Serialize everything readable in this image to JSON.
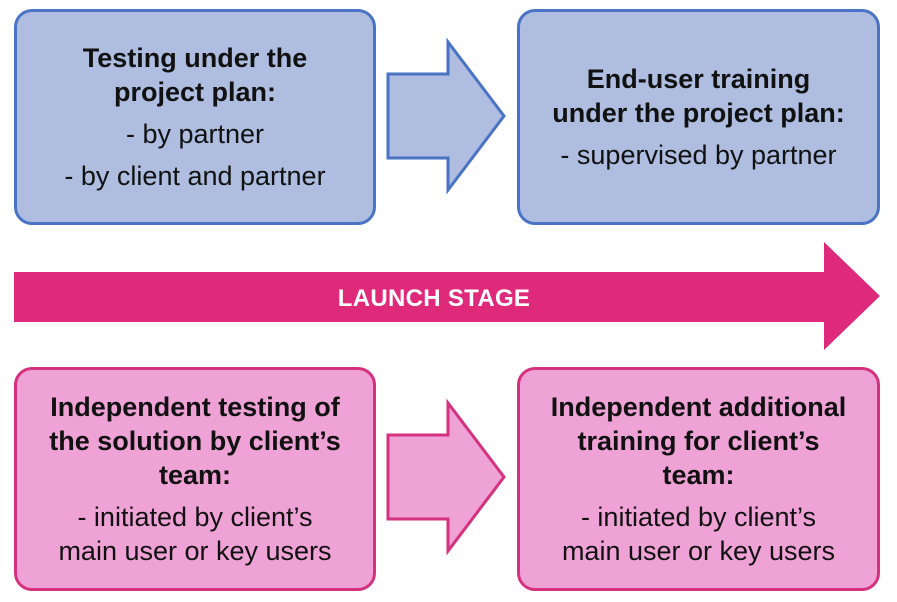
{
  "top_left": {
    "title_lines": [
      "Testing under the",
      "project plan:"
    ],
    "items": [
      "- by partner",
      "- by client and partner"
    ]
  },
  "top_right": {
    "title_lines": [
      "End-user training",
      "under the project plan:"
    ],
    "items": [
      "- supervised by partner"
    ]
  },
  "banner": {
    "label": "LAUNCH STAGE"
  },
  "bottom_left": {
    "title_lines": [
      "Independent testing of",
      "the solution by client’s",
      "team:"
    ],
    "items": [
      "- initiated by client’s",
      "main user or key users"
    ]
  },
  "bottom_right": {
    "title_lines": [
      "Independent additional",
      "training for client’s",
      "team:"
    ],
    "items": [
      "- initiated by client’s",
      "main user or key users"
    ]
  },
  "colors": {
    "blue_fill": "#aebde0",
    "blue_border": "#4a73c6",
    "pink_fill": "#efa2d6",
    "pink_border": "#d6317e",
    "banner": "#df2a7c"
  }
}
